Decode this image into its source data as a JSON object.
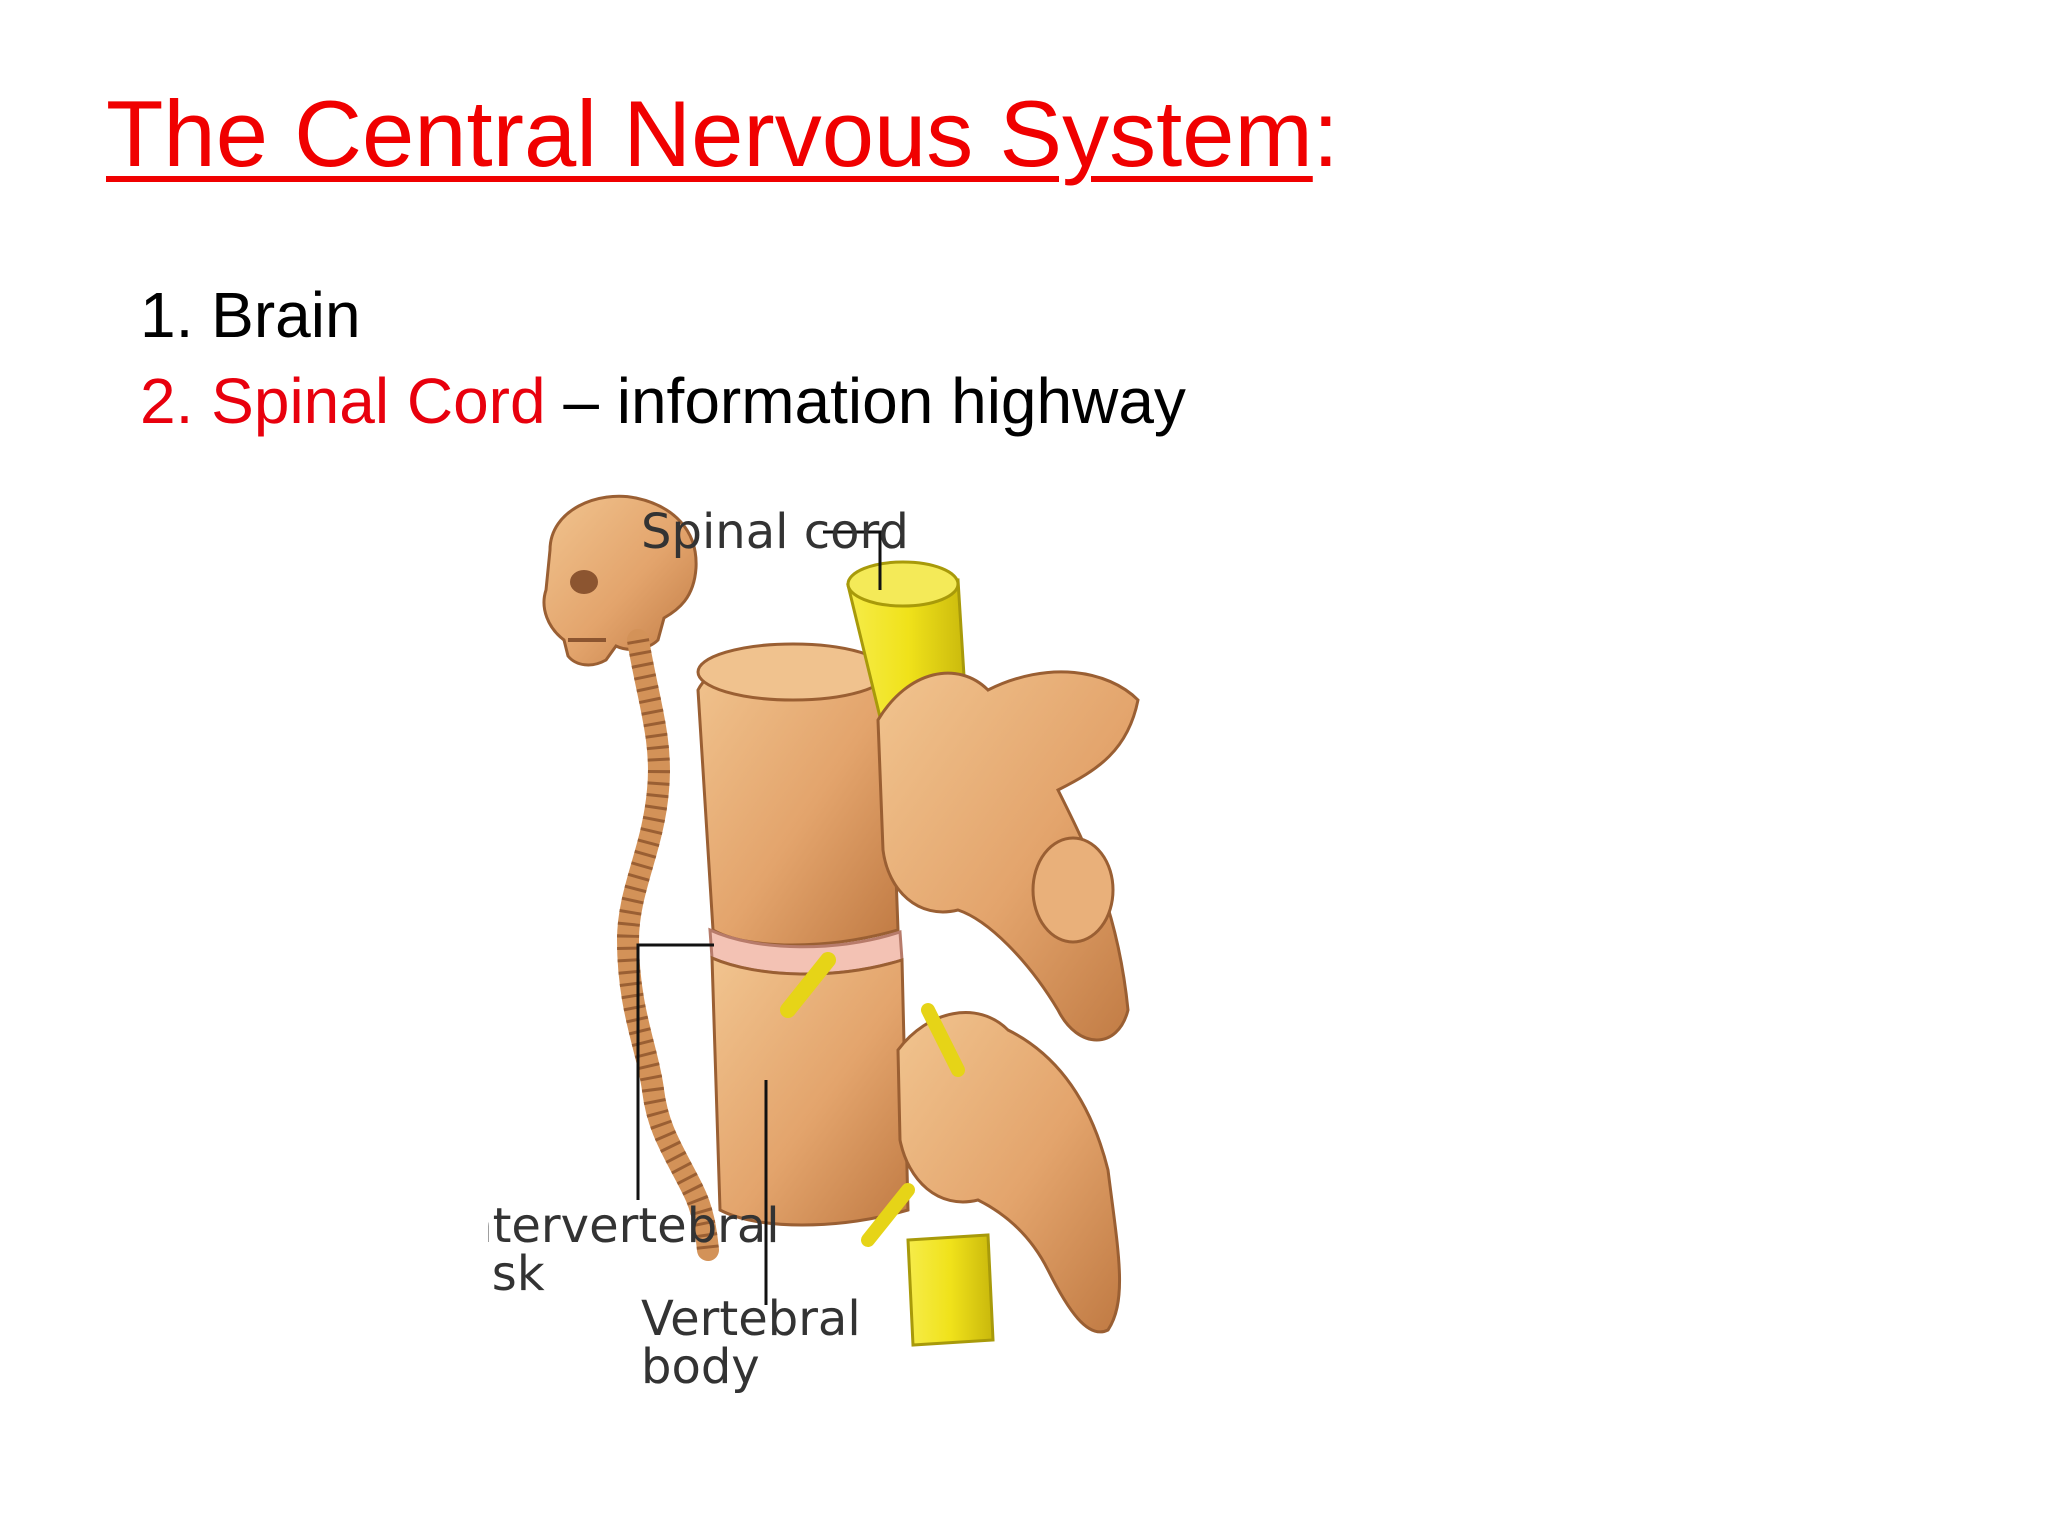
{
  "slide": {
    "title": "The Central Nervous System",
    "title_suffix": ":",
    "list": [
      {
        "number": "1.",
        "term": "Brain",
        "description": ""
      },
      {
        "number": "2.",
        "term": "Spinal Cord",
        "description": "– information highway"
      }
    ],
    "colors": {
      "title": "#f00000",
      "highlight": "#e8000d",
      "body_text": "#000000"
    }
  },
  "illustration": {
    "labels": {
      "spinal_cord": "Spinal cord",
      "intervertebral_line1": "Intervertebral",
      "intervertebral_line2": "disk",
      "vertebral_line1": "Vertebral",
      "vertebral_line2": "body"
    },
    "colors": {
      "bone": "#e3a46c",
      "bone_light": "#f1c48f",
      "bone_dark": "#c07a43",
      "spinal_cord": "#f0e21a",
      "disk": "#f3c2b4",
      "label_text": "#333333"
    }
  }
}
